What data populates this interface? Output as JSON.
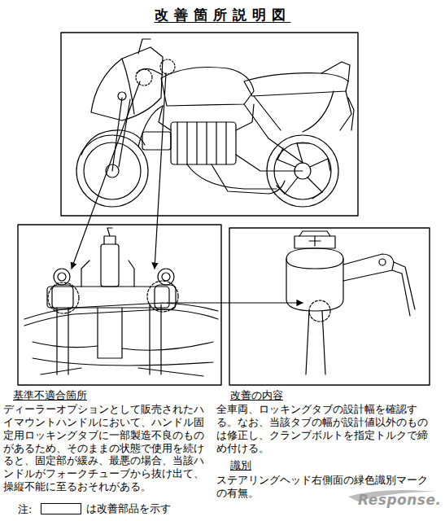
{
  "diagram": {
    "title": "改善箇所説明図",
    "labels": [
      "基準不適合箇所",
      "ディーラーオプションとして販売されたハイマウントハンドルにおいて、ハンドル固定用ロッキングタブに一部製造不良のものがあるため、そのままの状態で使用を続けると、固定部が緩み、最悪の場合、当該ハンドルがフォークチューブから抜け出て、操縦不能に至るおそれがある。",
      "改善の内容",
      "全車両、ロッキングタブの設計幅を確認する。なお、当該タブの幅が設計値以外のものは修正し、クランプボルトを指定トルクで締め付ける。",
      "識別",
      "ステアリングヘッド右側面の緑色識別マークの有無。",
      "注:",
      "Response."
    ],
    "legend": [
      {
        "text": "は改善部品を示す"
      }
    ]
  }
}
